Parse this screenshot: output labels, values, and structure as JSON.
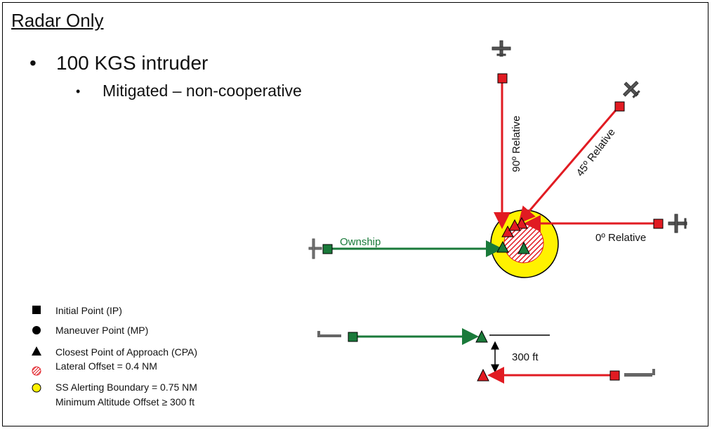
{
  "title": "Radar Only",
  "bullets": {
    "main": "100 KGS intruder",
    "sub": "Mitigated – non-cooperative"
  },
  "diagram": {
    "ownship_label": "Ownship",
    "relative_0_label": "0º Relative",
    "relative_45_label": "45º Relative",
    "relative_90_label": "90º Relative",
    "altitude_label": "300 ft"
  },
  "legend": {
    "items": [
      {
        "icon": "square-icon",
        "label": "Initial Point (IP)"
      },
      {
        "icon": "circle-icon",
        "label": "Maneuver Point (MP)"
      },
      {
        "icon": "triangle-icon",
        "label": "Closest Point of Approach (CPA)"
      },
      {
        "icon": "hatched-circle-icon",
        "label": "Lateral Offset = 0.4 NM"
      },
      {
        "icon": "yellow-circle-icon",
        "label": "SS Alerting Boundary = 0.75 NM"
      },
      {
        "icon": "",
        "label": "Minimum Altitude  Offset ≥ 300 ft"
      }
    ]
  },
  "colors": {
    "intruder": "#e11b22",
    "ownship": "#1a7a3a",
    "alert_boundary": "#fff200",
    "lateral_offset": "#e11b22"
  }
}
